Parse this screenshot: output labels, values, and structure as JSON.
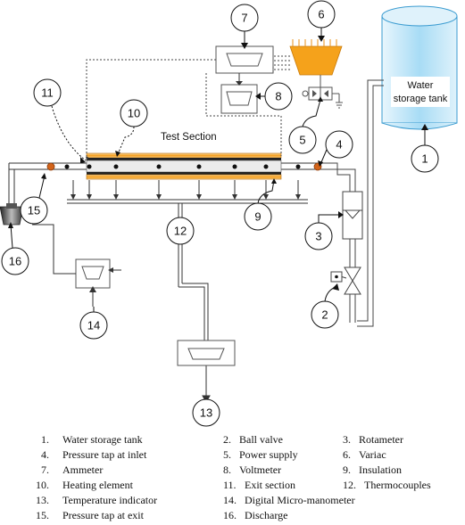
{
  "diagram": {
    "tank_label_line1": "Water",
    "tank_label_line2": "storage tank",
    "test_section_label": "Test Section",
    "callouts": [
      "1",
      "2",
      "3",
      "4",
      "5",
      "6",
      "7",
      "8",
      "9",
      "10",
      "11",
      "12",
      "13",
      "14",
      "15",
      "16"
    ]
  },
  "legend": [
    {
      "n": "1.",
      "text": "Water storage tank"
    },
    {
      "n": "2.",
      "text": "Ball valve"
    },
    {
      "n": "3.",
      "text": "Rotameter"
    },
    {
      "n": "4.",
      "text": "Pressure tap at inlet"
    },
    {
      "n": "5.",
      "text": "Power supply"
    },
    {
      "n": "6.",
      "text": "Variac"
    },
    {
      "n": "7.",
      "text": "Ammeter"
    },
    {
      "n": "8.",
      "text": "Voltmeter"
    },
    {
      "n": "9.",
      "text": "Insulation"
    },
    {
      "n": "10.",
      "text": "Heating element"
    },
    {
      "n": "11.",
      "text": "Exit section"
    },
    {
      "n": "12.",
      "text": "Thermocouples"
    },
    {
      "n": "13.",
      "text": "Temperature indicator"
    },
    {
      "n": "14.",
      "text": "Digital Micro-manometer"
    },
    {
      "n": "15.",
      "text": "Pressure tap at exit"
    },
    {
      "n": "16.",
      "text": "Discharge"
    }
  ],
  "colors": {
    "insulation": "#f0a020",
    "tank": "#c8e8f8",
    "variac": "#f5a21b"
  }
}
